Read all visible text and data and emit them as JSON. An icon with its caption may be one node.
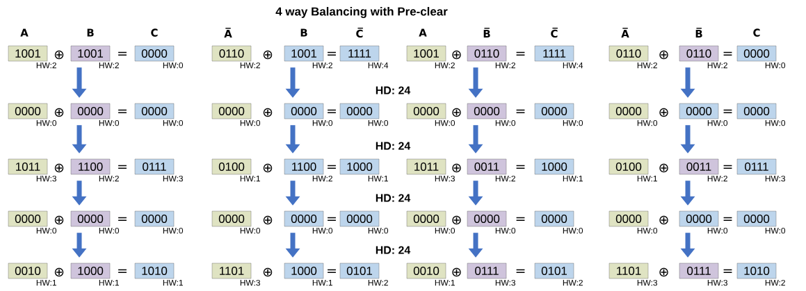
{
  "diagram": {
    "title": "4 way Balancing with Pre-clear",
    "nodes": [
      {
        "text": [
          "1001"
        ],
        "beside": [
          "HW:2"
        ]
      },
      {
        "text": [
          "1001"
        ],
        "beside": [
          "HW:2"
        ]
      },
      {
        "text": [
          "0000"
        ],
        "beside": [
          "HW:0"
        ]
      },
      {
        "text": [
          "0000"
        ],
        "beside": [
          "HW:0"
        ]
      },
      {
        "text": [
          "0000"
        ],
        "beside": [
          "HW:0"
        ]
      },
      {
        "text": [
          "0000"
        ],
        "beside": [
          "HW:0"
        ]
      },
      {
        "text": [
          "1011"
        ],
        "beside": [
          "HW:3"
        ]
      },
      {
        "text": [
          "1100"
        ],
        "beside": [
          "HW:2"
        ]
      },
      {
        "text": [
          "0111"
        ],
        "beside": [
          "HW:3"
        ]
      },
      {
        "text": [
          "0000"
        ],
        "beside": [
          "HW:0"
        ]
      },
      {
        "text": [
          "0000"
        ],
        "beside": [
          "HW:0"
        ]
      },
      {
        "text": [
          "0000"
        ],
        "beside": [
          "HW:0"
        ]
      },
      {
        "text": [
          "0010"
        ],
        "beside": [
          "HW:1"
        ]
      },
      {
        "text": [
          "1000"
        ],
        "beside": [
          "HW:1"
        ]
      },
      {
        "text": [
          "1010"
        ],
        "beside": [
          "HW:1"
        ]
      },
      {
        "text": [
          "0110"
        ],
        "beside": [
          "HW:2"
        ]
      },
      {
        "text": [
          "1001"
        ],
        "beside": [
          "HW:2"
        ]
      },
      {
        "text": [
          "1111"
        ],
        "beside": [
          "HW:4"
        ]
      },
      {
        "text": [
          "0000"
        ],
        "beside": [
          "HW:0"
        ]
      },
      {
        "text": [
          "0000"
        ],
        "beside": [
          "HW:0"
        ]
      },
      {
        "text": [
          "0000"
        ],
        "beside": [
          "HW:0"
        ]
      },
      {
        "text": [
          "0100"
        ],
        "beside": [
          "HW:1"
        ]
      },
      {
        "text": [
          "1100"
        ],
        "beside": [
          "HW:2"
        ]
      },
      {
        "text": [
          "1000"
        ],
        "beside": [
          "HW:1"
        ]
      },
      {
        "text": [
          "0000"
        ],
        "beside": [
          "HW:0"
        ]
      },
      {
        "text": [
          "0000"
        ],
        "beside": [
          "HW:0"
        ]
      },
      {
        "text": [
          "0000"
        ],
        "beside": [
          "HW:0"
        ]
      },
      {
        "text": [
          "1101"
        ],
        "beside": [
          "HW:3"
        ]
      },
      {
        "text": [
          "1000"
        ],
        "beside": [
          "HW:1"
        ]
      },
      {
        "text": [
          "0101"
        ],
        "beside": [
          "HW:2"
        ]
      },
      {
        "text": [
          "1001"
        ],
        "beside": [
          "HW:2"
        ]
      },
      {
        "text": [
          "0110"
        ],
        "beside": [
          "HW:2"
        ]
      },
      {
        "text": [
          "1111"
        ],
        "beside": [
          "HW:4"
        ]
      },
      {
        "text": [
          "0000"
        ],
        "beside": [
          "HW:0"
        ]
      },
      {
        "text": [
          "0000"
        ],
        "beside": [
          "HW:0"
        ]
      },
      {
        "text": [
          "0000"
        ],
        "beside": [
          "HW:0"
        ]
      },
      {
        "text": [
          "1011"
        ],
        "beside": [
          "HW:3"
        ]
      },
      {
        "text": [
          "0011"
        ],
        "beside": [
          "HW:2"
        ]
      },
      {
        "text": [
          "1000"
        ],
        "beside": [
          "HW:1"
        ]
      },
      {
        "text": [
          "0000"
        ],
        "beside": [
          "HW:0"
        ]
      },
      {
        "text": [
          "0000"
        ],
        "beside": [
          "HW:0"
        ]
      },
      {
        "text": [
          "0000"
        ],
        "beside": [
          "HW:0"
        ]
      },
      {
        "text": [
          "0010"
        ],
        "beside": [
          "HW:1"
        ]
      },
      {
        "text": [
          "0111"
        ],
        "beside": [
          "HW:3"
        ]
      },
      {
        "text": [
          "0101"
        ],
        "beside": [
          "HW:2"
        ]
      },
      {
        "text": [
          "0110"
        ],
        "beside": [
          "HW:2"
        ]
      },
      {
        "text": [
          "0110"
        ],
        "beside": [
          "HW:2"
        ]
      },
      {
        "text": [
          "0000"
        ],
        "beside": [
          "HW:0"
        ]
      },
      {
        "text": [
          "0000"
        ],
        "beside": [
          "HW:0"
        ]
      },
      {
        "text": [
          "0000"
        ],
        "beside": [
          "HW:0"
        ]
      },
      {
        "text": [
          "0000"
        ],
        "beside": [
          "HW:0"
        ]
      },
      {
        "text": [
          "0100"
        ],
        "beside": [
          "HW:1"
        ]
      },
      {
        "text": [
          "0011"
        ],
        "beside": [
          "HW:2"
        ]
      },
      {
        "text": [
          "0111"
        ],
        "beside": [
          "HW:3"
        ]
      },
      {
        "text": [
          "0000"
        ],
        "beside": [
          "HW:0"
        ]
      },
      {
        "text": [
          "0000"
        ],
        "beside": [
          "HW:0"
        ]
      },
      {
        "text": [
          "0000"
        ],
        "beside": [
          "HW:0"
        ]
      },
      {
        "text": [
          "1101"
        ],
        "beside": [
          "HW:3"
        ]
      },
      {
        "text": [
          "0111"
        ],
        "beside": [
          "HW:3"
        ]
      },
      {
        "text": [
          "1010"
        ],
        "beside": [
          "HW:2"
        ]
      }
    ],
    "edges": [
      {
        "from": 1,
        "to": 4,
        "arrow": "to"
      },
      {
        "from": 4,
        "to": 7,
        "arrow": "to"
      },
      {
        "from": 7,
        "to": 10,
        "arrow": "to"
      },
      {
        "from": 10,
        "to": 13,
        "arrow": "to"
      },
      {
        "from": 16,
        "to": 19,
        "arrow": "to"
      },
      {
        "from": 19,
        "to": 22,
        "arrow": "to"
      },
      {
        "from": 22,
        "to": 25,
        "arrow": "to"
      },
      {
        "from": 25,
        "to": 28,
        "arrow": "to"
      },
      {
        "from": 31,
        "to": 34,
        "arrow": "to"
      },
      {
        "from": 34,
        "to": 37,
        "arrow": "to"
      },
      {
        "from": 37,
        "to": 40,
        "arrow": "to"
      },
      {
        "from": 40,
        "to": 43,
        "arrow": "to"
      },
      {
        "from": 46,
        "to": 49,
        "arrow": "to"
      },
      {
        "from": 49,
        "to": 52,
        "arrow": "to"
      },
      {
        "from": 52,
        "to": 55,
        "arrow": "to"
      },
      {
        "from": 55,
        "to": 58,
        "arrow": "to"
      }
    ],
    "labels": [
      "A",
      "B",
      "C",
      "A̅",
      "B",
      "C̅",
      "A",
      "B̅",
      "C̅",
      "A̅",
      "B̅",
      "C",
      "HD: 24",
      "HD: 24",
      "HD: 24",
      "HD: 24",
      "⊕",
      "=",
      "⊕",
      "=",
      "⊕",
      "=",
      "⊕",
      "=",
      "⊕",
      "=",
      "⊕",
      "=",
      "⊕",
      "=",
      "⊕",
      "=",
      "⊕",
      "=",
      "⊕",
      "=",
      "⊕",
      "=",
      "⊕",
      "=",
      "⊕",
      "=",
      "⊕",
      "=",
      "⊕",
      "=",
      "⊕",
      "=",
      "⊕",
      "=",
      "⊕",
      "=",
      "⊕",
      "=",
      "⊕",
      "="
    ]
  }
}
